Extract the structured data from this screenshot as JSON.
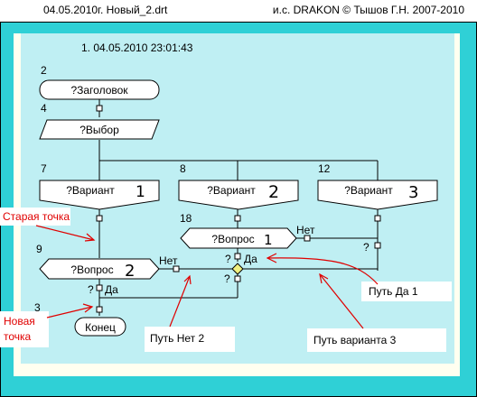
{
  "header": {
    "left": "04.05.2010г.  Новый_2.drt",
    "right": "и.с. DRAKON © Тышов Г.Н. 2007-2010"
  },
  "diagram": {
    "date_label": "1. 04.05.2010 23:01:43",
    "numbers": {
      "n2": "2",
      "n4": "4",
      "n7": "7",
      "n8": "8",
      "n12": "12",
      "n18": "18",
      "n9": "9",
      "n3": "3"
    },
    "nodes": {
      "title": "?Заголовок",
      "choice": "?Выбор",
      "variant1": "?Вариант",
      "variant2": "?Вариант",
      "variant3": "?Вариант",
      "question1": "?Вопрос",
      "question2": "?Вопрос",
      "end": "Конец"
    },
    "handwritten": {
      "v1": "1",
      "v2": "2",
      "v3": "3",
      "q1": "1",
      "q2": "2"
    },
    "labels": {
      "net1": "Нет",
      "net2": "Нет",
      "da1": "Да",
      "da2": "Да",
      "q_mark_1": "?",
      "q_mark_2": "?",
      "q_mark_3": "?",
      "q_mark_4": "?"
    },
    "annotations": {
      "old_point_1": "Старая точка",
      "new_point_1": "Новая",
      "new_point_2": "точка",
      "path_da": "Путь Да 1",
      "path_net": "Путь Нет 2",
      "path_variant": "Путь варианта 3"
    },
    "colors": {
      "sheet": "#2fd0d6",
      "canvas": "#fffff0",
      "field": "#bfeff3",
      "annotation_red": "#e00000",
      "junction": "#f0f080"
    }
  }
}
